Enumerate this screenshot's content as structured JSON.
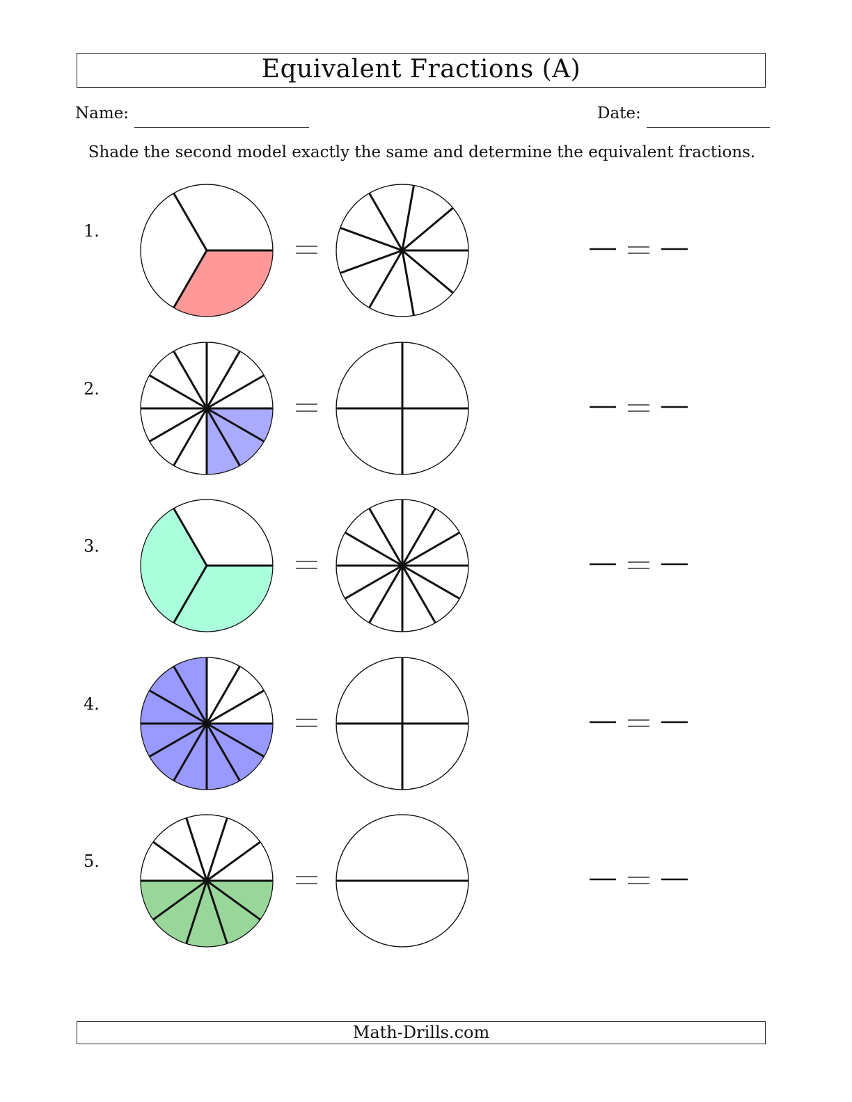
{
  "header": {
    "title": "Equivalent Fractions (A)",
    "name_label": "Name:",
    "date_label": "Date:"
  },
  "instructions": "Shade the second model exactly the same and determine the equivalent fractions.",
  "colors": {
    "red": "#ff9999",
    "lavender": "#aaaaff",
    "aqua": "#aaffdd",
    "blue": "#9999ff",
    "green": "#99d699"
  },
  "problems": [
    {
      "number": "1.",
      "left_model": {
        "parts": 3,
        "shaded": 1,
        "color": "#ff9999"
      },
      "right_model": {
        "parts": 9,
        "shaded": 0
      },
      "equals": "="
    },
    {
      "number": "2.",
      "left_model": {
        "parts": 12,
        "shaded": 3,
        "color": "#aaaaff"
      },
      "right_model": {
        "parts": 4,
        "shaded": 0
      },
      "equals": "="
    },
    {
      "number": "3.",
      "left_model": {
        "parts": 3,
        "shaded": 2,
        "color": "#aaffdd"
      },
      "right_model": {
        "parts": 12,
        "shaded": 0
      },
      "equals": "="
    },
    {
      "number": "4.",
      "left_model": {
        "parts": 12,
        "shaded": 9,
        "color": "#9999ff"
      },
      "right_model": {
        "parts": 4,
        "shaded": 0
      },
      "equals": "="
    },
    {
      "number": "5.",
      "left_model": {
        "parts": 10,
        "shaded": 5,
        "color": "#99d699"
      },
      "right_model": {
        "parts": 2,
        "shaded": 0
      },
      "equals": "="
    }
  ],
  "footer": {
    "text": "Math-Drills.com"
  }
}
